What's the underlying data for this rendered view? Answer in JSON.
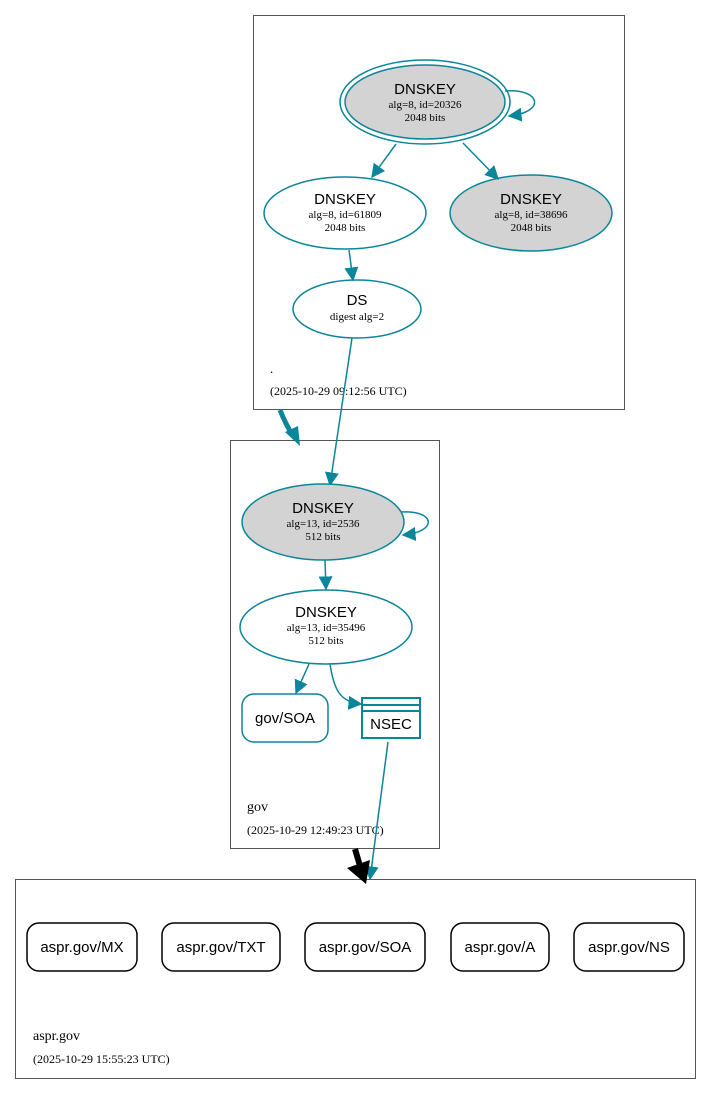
{
  "colors": {
    "edge": "#0a8599",
    "ksk_fill": "#d3d3d3",
    "zone_border": "#555555",
    "rr_border": "#000000"
  },
  "zones": {
    "root": {
      "name": ".",
      "timestamp": "(2025-10-29 09:12:56 UTC)",
      "dnskey_ksk": {
        "title": "DNSKEY",
        "line1": "alg=8, id=20326",
        "line2": "2048 bits"
      },
      "dnskey_zsk": {
        "title": "DNSKEY",
        "line1": "alg=8, id=61809",
        "line2": "2048 bits"
      },
      "dnskey_standby": {
        "title": "DNSKEY",
        "line1": "alg=8, id=38696",
        "line2": "2048 bits"
      },
      "ds": {
        "title": "DS",
        "line1": "digest alg=2"
      }
    },
    "gov": {
      "name": "gov",
      "timestamp": "(2025-10-29 12:49:23 UTC)",
      "dnskey_ksk": {
        "title": "DNSKEY",
        "line1": "alg=13, id=2536",
        "line2": "512 bits"
      },
      "dnskey_zsk": {
        "title": "DNSKEY",
        "line1": "alg=13, id=35496",
        "line2": "512 bits"
      },
      "soa": "gov/SOA",
      "nsec": "NSEC"
    },
    "aspr": {
      "name": "aspr.gov",
      "timestamp": "(2025-10-29 15:55:23 UTC)",
      "records": [
        "aspr.gov/MX",
        "aspr.gov/TXT",
        "aspr.gov/SOA",
        "aspr.gov/A",
        "aspr.gov/NS"
      ]
    }
  }
}
